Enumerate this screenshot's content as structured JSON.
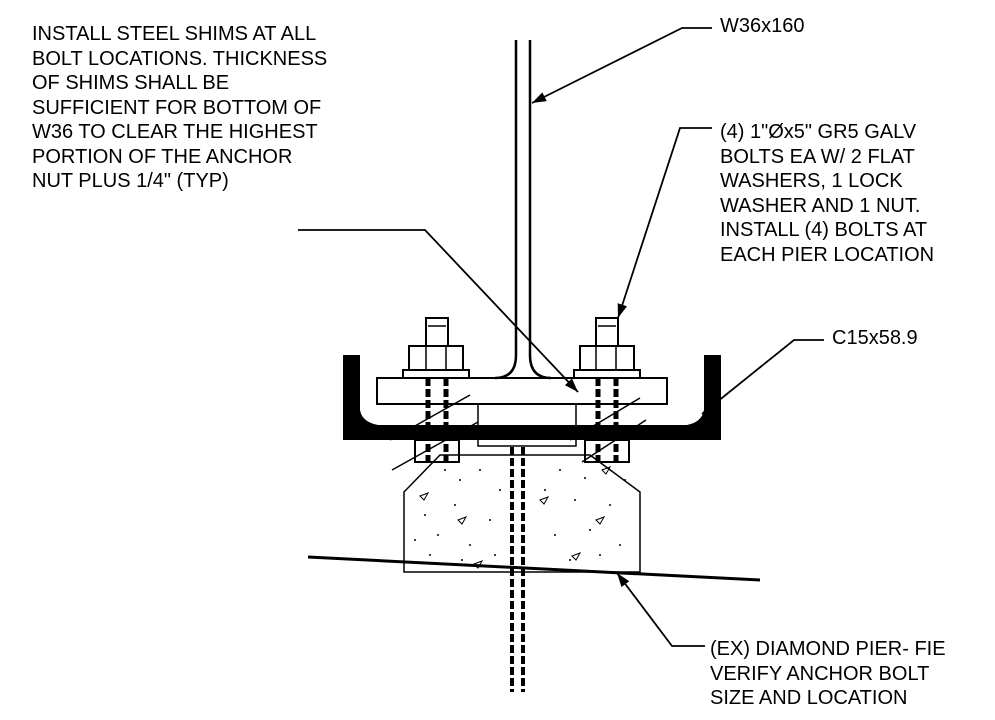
{
  "callouts": {
    "shims": {
      "lines": [
        "INSTALL STEEL SHIMS AT ALL",
        "BOLT LOCATIONS. THICKNESS",
        "OF SHIMS SHALL BE",
        "SUFFICIENT FOR BOTTOM OF",
        "W36 TO CLEAR THE HIGHEST",
        "PORTION OF THE ANCHOR",
        "NUT PLUS 1/4\" (TYP)"
      ]
    },
    "beam": {
      "label": "W36x160"
    },
    "bolts": {
      "lines": [
        "(4) 1\"Øx5\" GR5 GALV",
        "BOLTS EA W/ 2 FLAT",
        "WASHERS, 1 LOCK",
        "WASHER AND 1 NUT.",
        "INSTALL (4) BOLTS AT",
        "EACH PIER LOCATION"
      ]
    },
    "channel": {
      "label": "C15x58.9"
    },
    "pier": {
      "lines": [
        "(EX) DIAMOND PIER- FIE",
        "VERIFY ANCHOR BOLT",
        "SIZE AND LOCATION"
      ]
    }
  },
  "colors": {
    "ink": "#000000",
    "paper": "#ffffff"
  }
}
